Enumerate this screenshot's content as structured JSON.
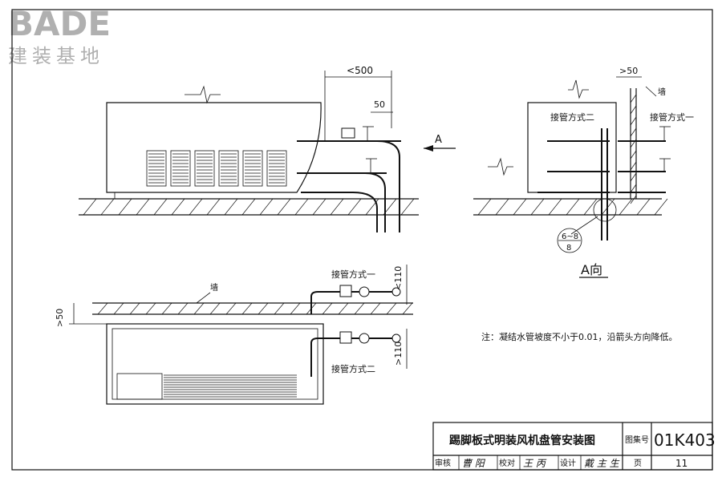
{
  "logo": {
    "brand": "BADE",
    "subtitle": "建装基地"
  },
  "drawing": {
    "title": "踢脚板式明装风机盘管安装图",
    "atlas_label": "图集号",
    "atlas_number": "01K403",
    "page_label": "页",
    "page_number": "11",
    "review_label": "审核",
    "review_name": "曹 阳",
    "check_label": "校对",
    "check_name": "王 丙",
    "design_label": "设计",
    "design_name": "戴 主 生"
  },
  "annotations": {
    "dim_500": "500",
    "dim_50_top": "50",
    "dim_50_right": "50",
    "dim_50_plan": "50",
    "dim_110_top": "110",
    "dim_110_bottom": "110",
    "dim_prefix_lt": "<",
    "dim_prefix_gt": ">",
    "arrow_a": "A",
    "view_a": "A向",
    "method_one": "接管方式一",
    "method_two": "接管方式二",
    "wall": "墙",
    "slope_top": "6~8",
    "slope_bottom": "8",
    "note": "注：凝结水管坡度不小于0.01，沿箭头方向降低。"
  }
}
